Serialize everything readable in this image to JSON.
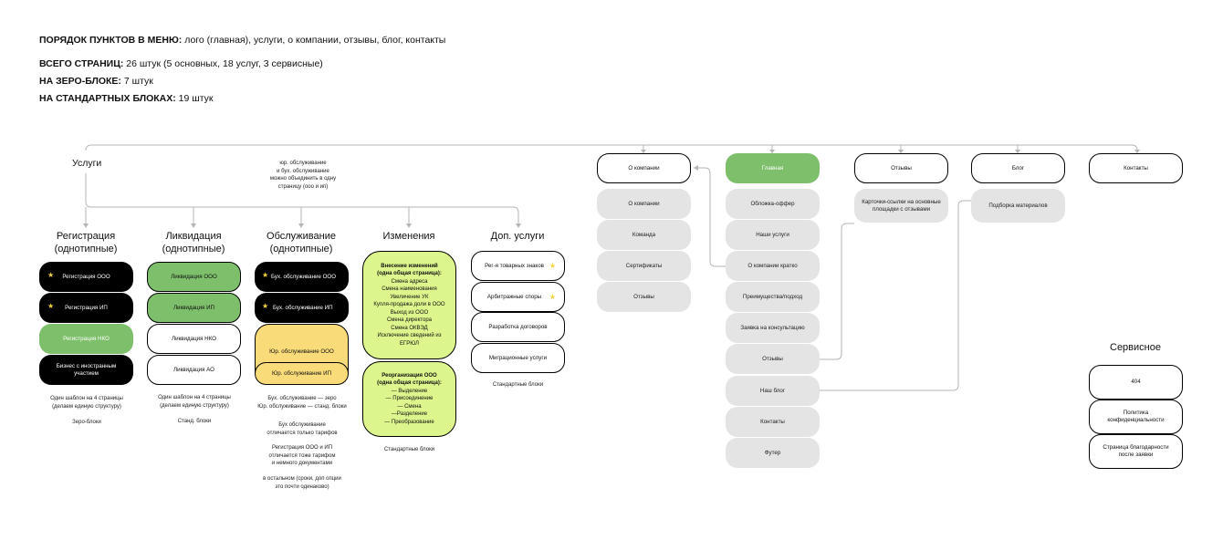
{
  "header": {
    "menu_label": "ПОРЯДОК ПУНКТОВ В МЕНЮ:",
    "menu_value": " лого (главная), услуги, о компании, отзывы, блог, контакты",
    "total_label": "ВСЕГО СТРАНИЦ:",
    "total_value": " 26 штук  (5 основных, 18 услуг, 3 сервисные)",
    "zero_label": "НА ЗЕРО-БЛОКЕ:",
    "zero_value": " 7 штук",
    "std_label": "НА СТАНДАРТНЫХ БЛОКАХ:",
    "std_value": " 19 штук"
  },
  "services": {
    "title": "Услуги",
    "merge_note": "юр. обслуживание\nи бух. обслуживание\nможно объединить в одну\nстраницу (ооо и ип)",
    "registration": {
      "title": "Регистрация\n(однотипные)",
      "items": [
        "Регистрация ООО",
        "Регистрация ИП",
        "Регистрация НКО",
        "Бизнес с иностранным\nучастием"
      ],
      "note1": "Один шаблон на 4 страницы\n(делаем единую структуру)",
      "note2": "Зеро-блоки"
    },
    "liquidation": {
      "title": "Ликвидация\n(однотипные)",
      "items": [
        "Ликвидация ООО",
        "Ликвидация ИП",
        "Ликвидация НКО",
        "Ликвидация АО"
      ],
      "note1": "Один шаблон на 4 страницы\n(делаем единую структуру)",
      "note2": "Станд. блоки"
    },
    "maintenance": {
      "title": "Обслуживание\n(однотипные)",
      "items": [
        "Бух. обслуживание ООО",
        "Бух. обслуживание ИП",
        "Юр. обслуживание ООО",
        "Юр. обслуживание ИП"
      ],
      "note1": "Бух. обслуживание — зеро\nЮр. обслуживание — станд. блоки",
      "note2": "Бух обслуживание\nотличается только тарифов",
      "note3": "Регистрация ООО и ИП\nотличается тоже тарифом\nи немного документами",
      "note4": "в остальном (сроки, доп опции\nэто почти одинаково)"
    },
    "changes": {
      "title": "Изменения",
      "box1_title": "Внесение изменений\n(одна общая страница):",
      "box1_lines": "Смена адреса\nСмена наименования\nУвеличение УК\nКупля-продажа доли в ООО\nВыход из ООО\nСмена директора\nСмена ОКВЭД\nИсключение сведений из\nЕГРЮЛ",
      "box2_title": "Реорганизация ООО\n(одна общая страница):",
      "box2_lines": "— Выделение\n— Присоединение\n— Смена\n—Разделение\n— Преобразование",
      "note": "Стандартные блоки"
    },
    "extra": {
      "title": "Доп. услуги",
      "items": [
        "Рег-я товарных знаков",
        "Арбитражные споры",
        "Разработка договоров",
        "Миграционные услуги"
      ],
      "note": "Стандартные блоки"
    }
  },
  "about": {
    "title": "О компании",
    "items": [
      "О компании",
      "Команда",
      "Сертификаты",
      "Отзывы"
    ]
  },
  "home": {
    "title": "Главная",
    "items": [
      "Обложка-оффер",
      "Наши услуги",
      "О компании кратко",
      "Преимущества/подход",
      "Заявка на консультацию",
      "Отзывы",
      "Наш блог",
      "Контакты",
      "Футер"
    ]
  },
  "reviews": {
    "title": "Отзывы",
    "items": [
      "Карточки-ссылки на основные\nплощадки с отзывами"
    ]
  },
  "blog": {
    "title": "Блог",
    "items": [
      "Подборка материалов"
    ]
  },
  "contacts": {
    "title": "Контакты"
  },
  "service_pages": {
    "title": "Сервисное",
    "items": [
      "404",
      "Политика\nконфиденциальности",
      "Страница благодарности\nпосле заявки"
    ]
  },
  "colors": {
    "black": "#000000",
    "green": "#7dbf6b",
    "yellow": "#f9db7a",
    "lime": "#dcf58c",
    "grey": "#e4e4e4",
    "line": "#b5b5b5",
    "star": "#f3d23c"
  },
  "icons": {
    "star": "star-icon"
  }
}
